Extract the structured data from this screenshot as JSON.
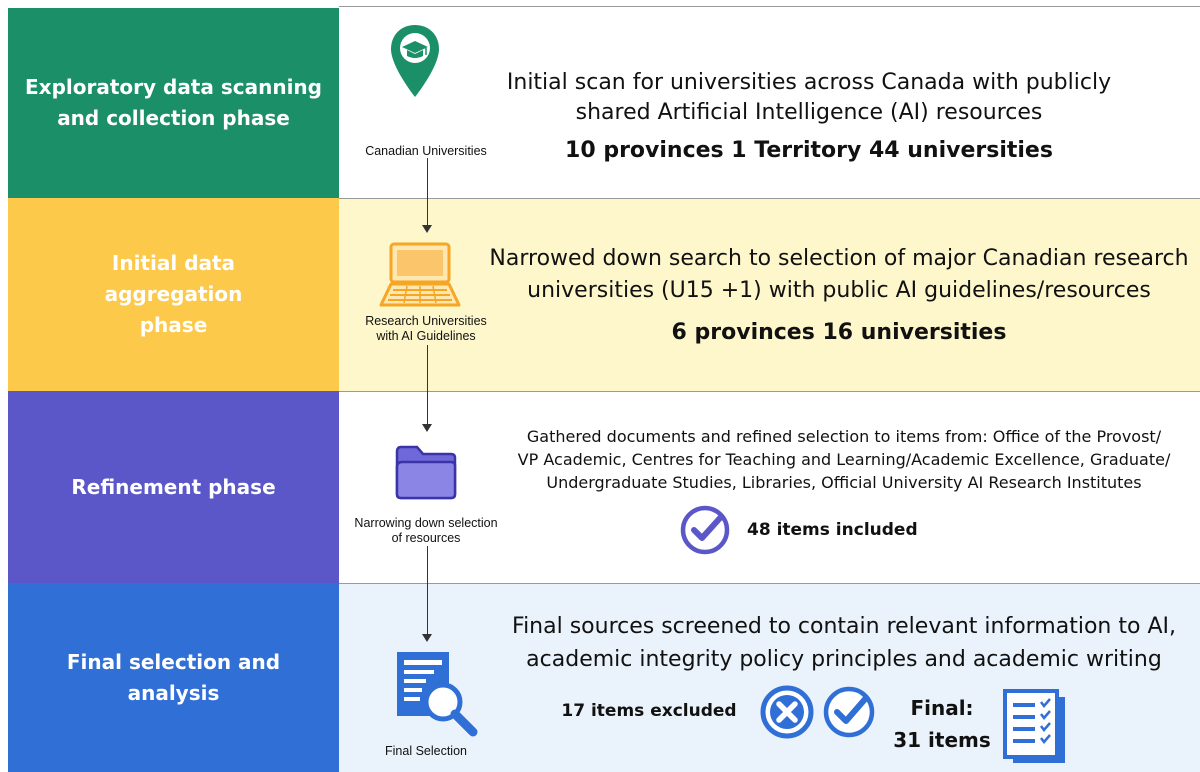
{
  "phases": [
    {
      "label": "Exploratory data scanning and collection phase",
      "color": "#1b8f68",
      "panel_bg": "#ffffff",
      "icon_name": "graduation-cap-map-pin-icon",
      "icon_caption": "Canadian Universities",
      "line1": "Initial scan for universities across Canada with publicly",
      "line2": "shared Artificial Intelligence (AI) resources",
      "stat": "10 provinces  1 Territory 44 universities"
    },
    {
      "label": "Initial data aggregation phase",
      "color": "#fcc94a",
      "panel_bg": "#fdf7cb",
      "icon_name": "laptop-icon",
      "icon_caption_1": "Research Universities",
      "icon_caption_2": "with AI Guidelines",
      "line1": "Narrowed down search to selection of major Canadian research",
      "line2": "universities (U15 +1) with public AI guidelines/resources",
      "stat": "6 provinces  16 universities"
    },
    {
      "label": "Refinement phase",
      "color": "#5b57c8",
      "panel_bg": "#ffffff",
      "icon_name": "folder-icon",
      "icon_caption_1": "Narrowing down selection",
      "icon_caption_2": "of resources",
      "line1": "Gathered documents and refined selection to items from: Office of the Provost/",
      "line2": "VP Academic, Centres for Teaching and Learning/Academic Excellence, Graduate/",
      "line3": "Undergraduate Studies, Libraries, Official University AI Research Institutes",
      "stat": "48 items included"
    },
    {
      "label": "Final selection and analysis",
      "color": "#2f6fd6",
      "panel_bg": "#eaf3fb",
      "icon_name": "document-magnifier-icon",
      "icon_caption": "Final Selection",
      "line1": "Final sources screened to contain relevant information to AI,",
      "line2": "academic integrity policy principles and academic writing",
      "excluded": "17 items excluded",
      "final_1": "Final:",
      "final_2": "31 items"
    }
  ]
}
